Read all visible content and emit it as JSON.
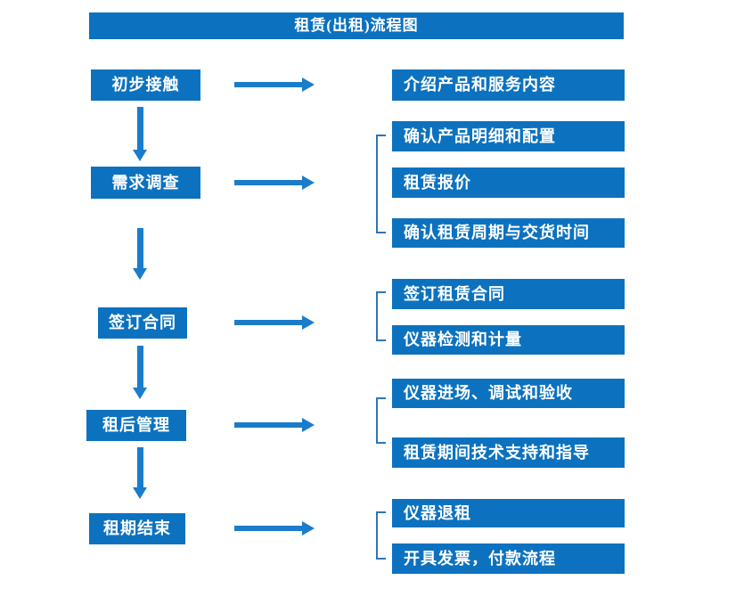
{
  "title": "租赁(出租)流程图",
  "colors": {
    "box": "#0C72BF",
    "arrow": "#1B7CCB",
    "bracket": "#2E75B6",
    "text": "#FFFFFF",
    "bg": "#FFFFFF"
  },
  "steps": [
    {
      "label": "初步接触",
      "details": [
        "介绍产品和服务内容"
      ]
    },
    {
      "label": "需求调查",
      "details": [
        "确认产品明细和配置",
        "租赁报价",
        "确认租赁周期与交货时间"
      ]
    },
    {
      "label": "签订合同",
      "details": [
        "签订租赁合同",
        "仪器检测和计量"
      ]
    },
    {
      "label": "租后管理",
      "details": [
        "仪器进场、调试和验收",
        "租赁期间技术支持和指导"
      ]
    },
    {
      "label": "租期结束",
      "details": [
        "仪器退租",
        "开具发票，付款流程"
      ]
    }
  ]
}
